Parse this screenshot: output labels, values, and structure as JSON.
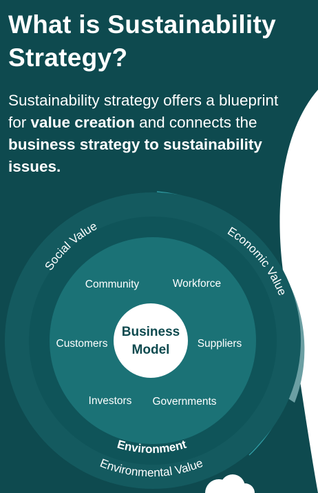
{
  "title": "What is Sustainability Strategy?",
  "intro": {
    "part1": "Sustainability strategy offers a blueprint for ",
    "bold1": "value creation",
    "part2": " and connects the ",
    "bold2": "business strategy to sustainability issues."
  },
  "diagram": {
    "center": {
      "line1": "Business",
      "line2": "Model"
    },
    "stakeholders": [
      "Community",
      "Workforce",
      "Customers",
      "Suppliers",
      "Investors",
      "Governments"
    ],
    "inner_ring_label": "Environment",
    "outer_labels": {
      "social": "Social Value",
      "economic": "Economic Value",
      "environmental": "Environmental Value"
    }
  },
  "colors": {
    "background": "#0e4a4f",
    "outer_ring": "#145a5f",
    "middle_ring": "#0f5459",
    "inner_circle": "#1b7276",
    "center": "#ffffff",
    "accent_curve": "#2f9aa2"
  }
}
